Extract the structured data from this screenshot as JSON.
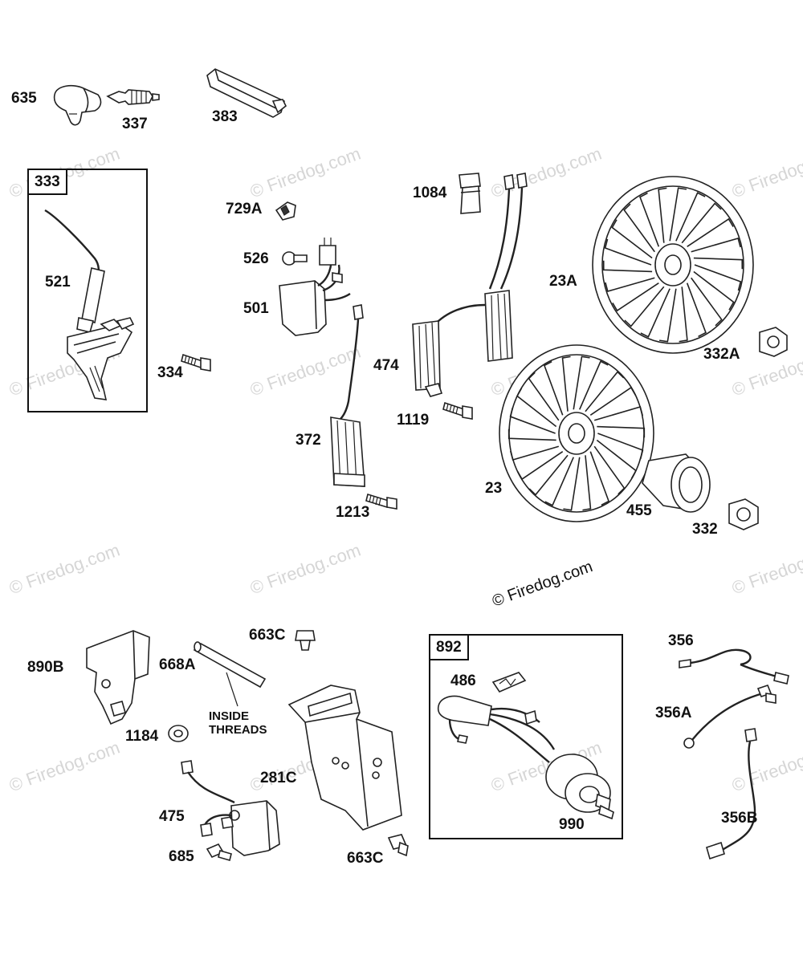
{
  "watermark": {
    "text": "© Firedog.com",
    "main_text": "© Firedog.com"
  },
  "kits": [
    {
      "name": "kit-333",
      "label": "333"
    },
    {
      "name": "kit-892",
      "label": "892"
    }
  ],
  "labels": {
    "p635": "635",
    "p337": "337",
    "p383": "383",
    "p521": "521",
    "p334": "334",
    "p729A": "729A",
    "p526": "526",
    "p501": "501",
    "p372": "372",
    "p1213": "1213",
    "p1084": "1084",
    "p474": "474",
    "p1119": "1119",
    "p23A": "23A",
    "p332A": "332A",
    "p23": "23",
    "p455": "455",
    "p332": "332",
    "p890B": "890B",
    "p668A": "668A",
    "p663C_top": "663C",
    "p1184": "1184",
    "p281C": "281C",
    "p475": "475",
    "p685": "685",
    "p663C_bottom": "663C",
    "p486": "486",
    "p990": "990",
    "p356": "356",
    "p356A": "356A",
    "p356B": "356B"
  },
  "notes": {
    "inside_threads_line1": "INSIDE",
    "inside_threads_line2": "THREADS"
  }
}
